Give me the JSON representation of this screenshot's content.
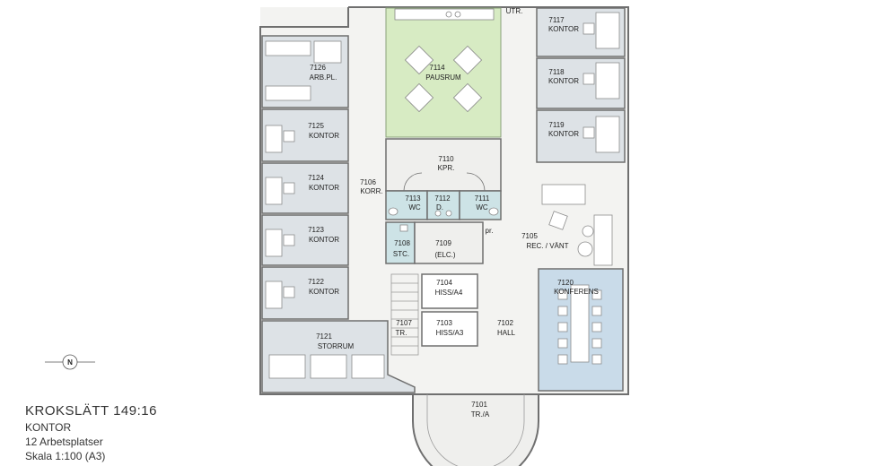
{
  "title": {
    "name": "KROKSLÄTT  149:16",
    "type": "KONTOR",
    "workplaces": "12 Arbetsplatser",
    "scale": "Skala  1:100 (A3)"
  },
  "compass_letter": "N",
  "colors": {
    "office": "#dde2e6",
    "corridor": "#efefed",
    "break_room": "#d7ebc3",
    "conference": "#c9dbe9",
    "wc": "#cde3e6",
    "wall": "#6f6f6f"
  },
  "rooms": [
    {
      "id": "r7117",
      "number": "7117",
      "name": "KONTOR"
    },
    {
      "id": "r7118",
      "number": "7118",
      "name": "KONTOR"
    },
    {
      "id": "r7119",
      "number": "7119",
      "name": "KONTOR"
    },
    {
      "id": "r7126",
      "number": "7126",
      "name": "ARB.PL."
    },
    {
      "id": "r7125",
      "number": "7125",
      "name": "KONTOR"
    },
    {
      "id": "r7124",
      "number": "7124",
      "name": "KONTOR"
    },
    {
      "id": "r7123",
      "number": "7123",
      "name": "KONTOR"
    },
    {
      "id": "r7122",
      "number": "7122",
      "name": "KONTOR"
    },
    {
      "id": "r7121",
      "number": "7121",
      "name": "STORRUM"
    },
    {
      "id": "r7114",
      "number": "7114",
      "name": "PAUSRUM"
    },
    {
      "id": "r7110",
      "number": "7110",
      "name": "KPR."
    },
    {
      "id": "r7106",
      "number": "7106",
      "name": "KORR."
    },
    {
      "id": "r7113",
      "number": "7113",
      "name": "WC"
    },
    {
      "id": "r7112",
      "number": "7112",
      "name": "D."
    },
    {
      "id": "r7111",
      "number": "7111",
      "name": "WC"
    },
    {
      "id": "r7108",
      "number": "7108",
      "name": "STC."
    },
    {
      "id": "r7109",
      "number": "7109",
      "name": "(ELC.)"
    },
    {
      "id": "r7105",
      "number": "7105",
      "name": "REC. / VÄNT"
    },
    {
      "id": "r7104",
      "number": "7104",
      "name": "HISS/A4"
    },
    {
      "id": "r7103",
      "number": "7103",
      "name": "HISS/A3"
    },
    {
      "id": "r7102",
      "number": "7102",
      "name": "HALL"
    },
    {
      "id": "r7107",
      "number": "7107",
      "name": "TR."
    },
    {
      "id": "r7120",
      "number": "7120",
      "name": "KONFERENS"
    },
    {
      "id": "r7101",
      "number": "7101",
      "name": "TR./A"
    }
  ],
  "small_labels": {
    "utr": "UTR.",
    "pr": "pr."
  }
}
